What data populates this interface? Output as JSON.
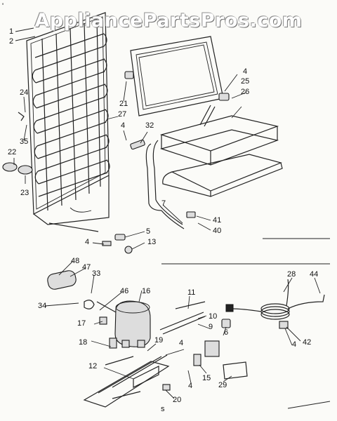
{
  "watermark": "AppliancePartsPros.com",
  "stray_mark": "'",
  "footer_mark": "s",
  "callouts": [
    {
      "id": "c1",
      "text": "1"
    },
    {
      "id": "c2",
      "text": "2"
    },
    {
      "id": "c24",
      "text": "24"
    },
    {
      "id": "c35",
      "text": "35"
    },
    {
      "id": "c22",
      "text": "22"
    },
    {
      "id": "c23",
      "text": "23"
    },
    {
      "id": "c21",
      "text": "21"
    },
    {
      "id": "c27",
      "text": "27"
    },
    {
      "id": "c4a",
      "text": "4"
    },
    {
      "id": "c32",
      "text": "32"
    },
    {
      "id": "c4b",
      "text": "4"
    },
    {
      "id": "c25",
      "text": "25"
    },
    {
      "id": "c26",
      "text": "26"
    },
    {
      "id": "c7",
      "text": "7"
    },
    {
      "id": "c41",
      "text": "41"
    },
    {
      "id": "c40",
      "text": "40"
    },
    {
      "id": "c5",
      "text": "5"
    },
    {
      "id": "c4c",
      "text": "4"
    },
    {
      "id": "c13",
      "text": "13"
    },
    {
      "id": "c48",
      "text": "48"
    },
    {
      "id": "c47",
      "text": "47"
    },
    {
      "id": "c33",
      "text": "33"
    },
    {
      "id": "c34",
      "text": "34"
    },
    {
      "id": "c46",
      "text": "46"
    },
    {
      "id": "c16",
      "text": "16"
    },
    {
      "id": "c11",
      "text": "11"
    },
    {
      "id": "c28",
      "text": "28"
    },
    {
      "id": "c44",
      "text": "44"
    },
    {
      "id": "c17",
      "text": "17"
    },
    {
      "id": "c10",
      "text": "10"
    },
    {
      "id": "c9",
      "text": "9"
    },
    {
      "id": "c6",
      "text": "6"
    },
    {
      "id": "c4d",
      "text": "4"
    },
    {
      "id": "c42",
      "text": "42"
    },
    {
      "id": "c18",
      "text": "18"
    },
    {
      "id": "c19",
      "text": "19"
    },
    {
      "id": "c4e",
      "text": "4"
    },
    {
      "id": "c12",
      "text": "12"
    },
    {
      "id": "c15",
      "text": "15"
    },
    {
      "id": "c4f",
      "text": "4"
    },
    {
      "id": "c29",
      "text": "29"
    },
    {
      "id": "c20",
      "text": "20"
    }
  ]
}
